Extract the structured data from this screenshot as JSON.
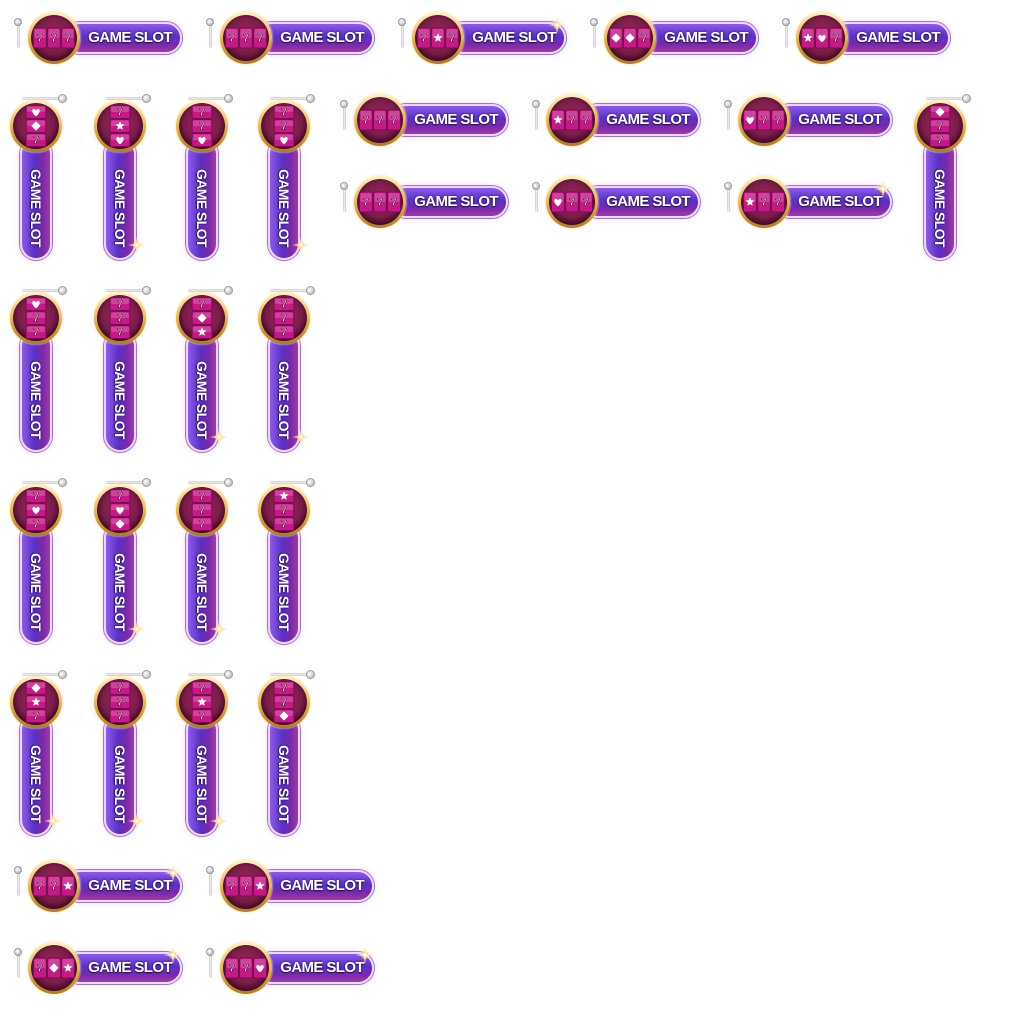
{
  "sprite_label": "GAME SLOT",
  "reel_icon_name": "slot-reel-icon",
  "lever_icon_name": "slot-lever-icon",
  "sparkle_icon_name": "sparkle-icon",
  "colors": {
    "bar_top": "#8b5ce6",
    "bar_mid": "#5a2fc4",
    "bar_bottom": "#a23aa8",
    "disc_inner": "#7a1d49",
    "disc_rim": "#e8b55a",
    "reel_tile": "#c41a86",
    "reel_tile_dark": "#7b0b52",
    "symbol": "#ffffff",
    "sparkle": "#ffe29a"
  },
  "symbols": [
    "7",
    "star",
    "heart",
    "square"
  ],
  "sprites": [
    {
      "orient": "h",
      "reels": [
        "7",
        "7",
        "7"
      ]
    },
    {
      "orient": "h",
      "reels": [
        "7",
        "7",
        "7"
      ]
    },
    {
      "orient": "h",
      "reels": [
        "7",
        "star",
        "7"
      ],
      "sparkle": true
    },
    {
      "orient": "h",
      "reels": [
        "square",
        "square",
        "7"
      ]
    },
    {
      "orient": "h",
      "reels": [
        "star",
        "heart",
        "7"
      ]
    },
    {
      "orient": "v",
      "reels": [
        "heart",
        "square",
        "7"
      ]
    },
    {
      "orient": "v",
      "reels": [
        "7",
        "star",
        "heart"
      ],
      "sparkle": true
    },
    {
      "orient": "v",
      "reels": [
        "7",
        "7",
        "heart"
      ]
    },
    {
      "orient": "v",
      "reels": [
        "7",
        "7",
        "heart"
      ],
      "sparkle": true
    },
    {
      "orient": "h",
      "reels": [
        "7",
        "7",
        "7"
      ]
    },
    {
      "orient": "h",
      "reels": [
        "star",
        "7",
        "7"
      ]
    },
    {
      "orient": "h",
      "reels": [
        "heart",
        "7",
        "7"
      ]
    },
    {
      "orient": "v",
      "reels": [
        "square",
        "7",
        "7"
      ]
    },
    {
      "orient": "h",
      "reels": [
        "7",
        "7",
        "7"
      ]
    },
    {
      "orient": "h",
      "reels": [
        "heart",
        "7",
        "7"
      ]
    },
    {
      "orient": "h",
      "reels": [
        "star",
        "7",
        "7"
      ],
      "sparkle": true
    },
    {
      "orient": "v",
      "reels": [
        "heart",
        "7",
        "7"
      ]
    },
    {
      "orient": "v",
      "reels": [
        "7",
        "7",
        "7"
      ]
    },
    {
      "orient": "v",
      "reels": [
        "7",
        "square",
        "star"
      ],
      "sparkle": true
    },
    {
      "orient": "v",
      "reels": [
        "7",
        "7",
        "7"
      ],
      "sparkle": true
    },
    {
      "orient": "v",
      "reels": [
        "7",
        "heart",
        "7"
      ]
    },
    {
      "orient": "v",
      "reels": [
        "7",
        "heart",
        "square"
      ],
      "sparkle": true
    },
    {
      "orient": "v",
      "reels": [
        "7",
        "7",
        "7"
      ],
      "sparkle": true
    },
    {
      "orient": "v",
      "reels": [
        "star",
        "7",
        "7"
      ]
    },
    {
      "orient": "v",
      "reels": [
        "square",
        "star",
        "7"
      ],
      "sparkle": true
    },
    {
      "orient": "v",
      "reels": [
        "7",
        "7",
        "7"
      ],
      "sparkle": true
    },
    {
      "orient": "v",
      "reels": [
        "7",
        "star",
        "7"
      ],
      "sparkle": true
    },
    {
      "orient": "v",
      "reels": [
        "7",
        "7",
        "square"
      ]
    },
    {
      "orient": "h",
      "reels": [
        "7",
        "7",
        "star"
      ],
      "sparkle": true
    },
    {
      "orient": "h",
      "reels": [
        "7",
        "7",
        "star"
      ]
    },
    {
      "orient": "h",
      "reels": [
        "7",
        "square",
        "star"
      ],
      "sparkle": true
    },
    {
      "orient": "h",
      "reels": [
        "7",
        "7",
        "heart"
      ],
      "sparkle": true
    }
  ]
}
